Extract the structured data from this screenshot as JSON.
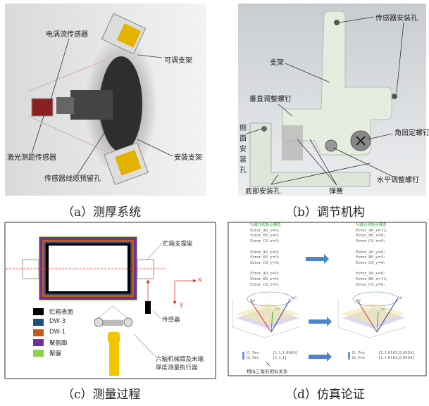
{
  "panels": {
    "a": {
      "caption": "（a）测厚系统",
      "labels": [
        "电涡流传感器",
        "可调支架",
        "激光测距传感器",
        "安装支架",
        "传感器线缆预留孔"
      ]
    },
    "b": {
      "caption": "（b）调节机构",
      "labels": [
        "传感器安装孔",
        "支架",
        "垂直调整螺钉",
        "侧面安装孔",
        "角固定螺钉",
        "水平调整螺钉",
        "底部安装孔",
        "弹簧"
      ]
    },
    "c": {
      "caption": "（c）测量过程",
      "labels": {
        "support": "贮箱支撑座",
        "sensor": "传感器",
        "robot": "六轴机械臂及末端",
        "robot2": "厚度测量执行器",
        "x": "x",
        "y": "y"
      },
      "legend": [
        {
          "label": "贮箱表面",
          "color": "#000000"
        },
        {
          "label": "DW-3",
          "color": "#1f4e79"
        },
        {
          "label": "DW-1",
          "color": "#c55a11"
        },
        {
          "label": "聚氨酯",
          "color": "#7030a0"
        },
        {
          "label": "聚脲",
          "color": "#92d050"
        }
      ]
    },
    "d": {
      "caption": "（d）仿真论证",
      "code_left": {
        "comment": "%激光初始点偏差",
        "lines": [
          "Error_A0_x=0;",
          "Error_B0_x=0;",
          "Error_C0_x=0;",
          "",
          "Error_A0_y=0;",
          "Error_B0_y=0;",
          "Error_C0_y=0;",
          "",
          "Error_A0_z=0;",
          "Error_B0_z=0;",
          "Error_C0_z=0;"
        ]
      },
      "code_right": {
        "comment": "%激光初始点偏差",
        "lines": [
          "Error_A0_x=12;",
          "Error_B0_x=0;",
          "Error_C0_x=0;",
          "",
          "Error_A0_y=0;",
          "Error_B0_y=5;",
          "Error_C0_y=0;",
          "",
          "Error_A0_z=0;",
          "Error_B0_z=12;",
          "Error_C0_z=0;"
        ]
      },
      "legend_left": [
        {
          "name": "l1_Pro",
          "value": "[1,1,1.0000]"
        },
        {
          "name": "l2_Pro",
          "value": "[1,1,1]"
        }
      ],
      "legend_right": [
        {
          "name": "l1_Pro",
          "value": "[1.1.0162,0.9554]"
        },
        {
          "name": "l2_Pro",
          "value": "[1.1.0162,0.9554]"
        }
      ],
      "note": "相似三角形相似关系",
      "plot_labels": [
        "B0",
        "A0",
        "C0"
      ]
    }
  }
}
